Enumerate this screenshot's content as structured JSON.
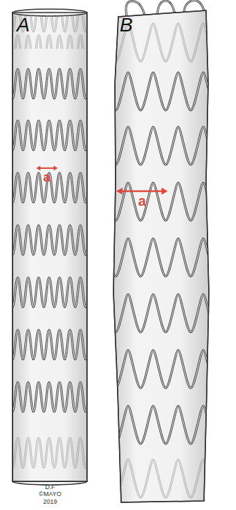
{
  "diagram": {
    "labels": [
      "A",
      "a",
      "B",
      "a",
      "D.F ©MAYO 2019"
    ]
  }
}
